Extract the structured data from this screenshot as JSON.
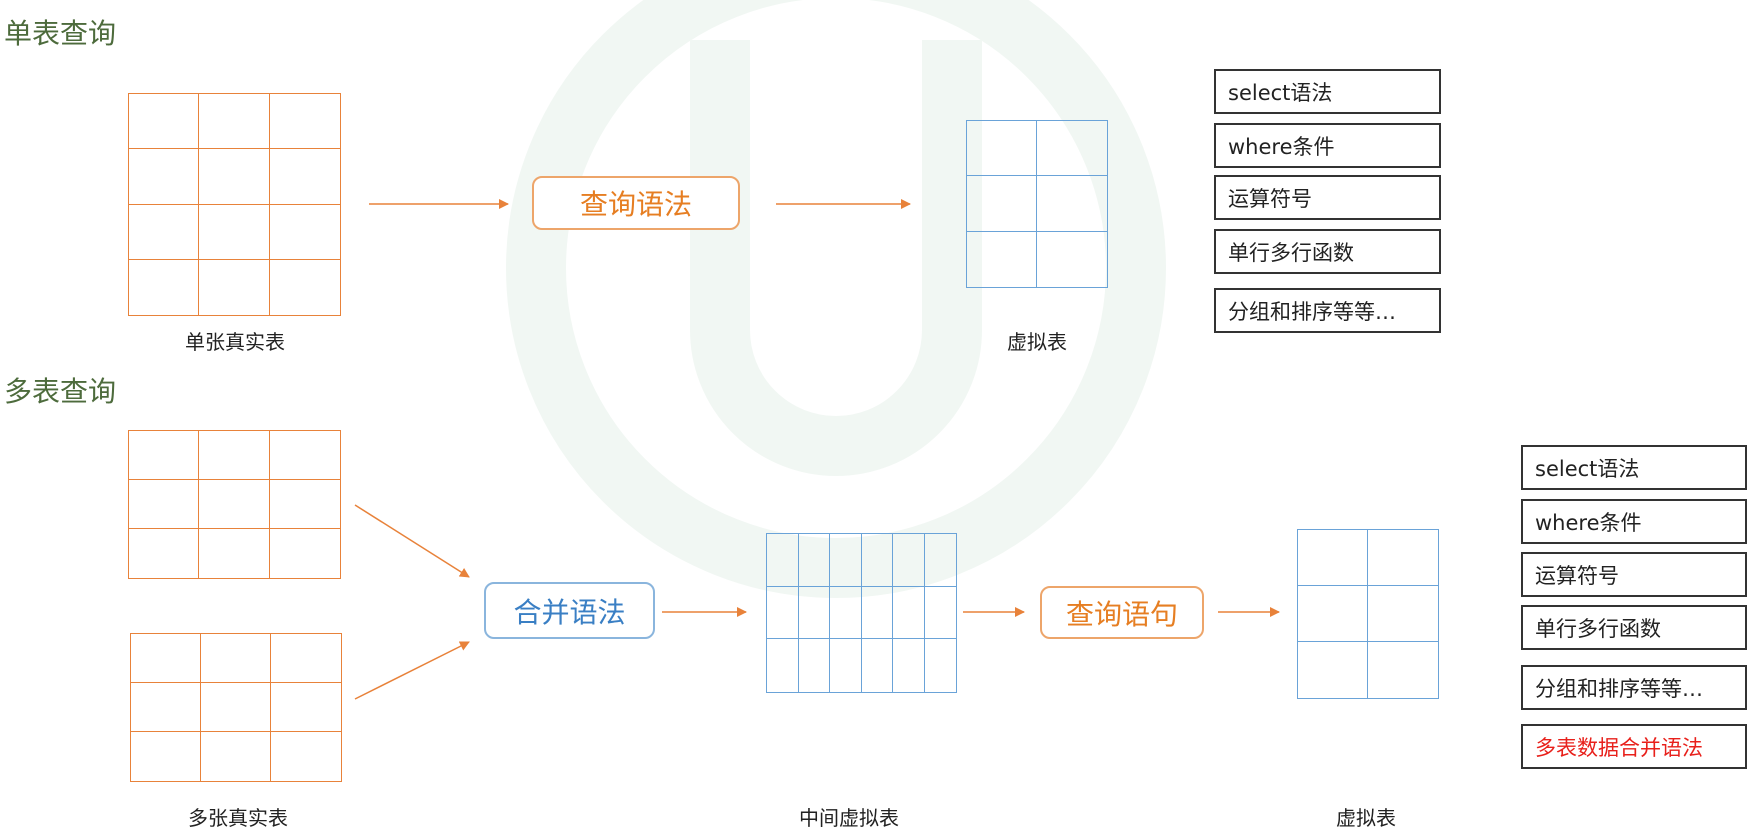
{
  "single": {
    "title": "单表查询",
    "real_table_label": "单张真实表",
    "syntax_box": "查询语法",
    "virtual_table_label": "虚拟表",
    "features": [
      "select语法",
      "where条件",
      "运算符号",
      "单行多行函数",
      "分组和排序等等…"
    ]
  },
  "multi": {
    "title": "多表查询",
    "real_table_label": "多张真实表",
    "merge_box": "合并语法",
    "middle_table_label": "中间虚拟表",
    "query_box": "查询语句",
    "virtual_table_label": "虚拟表",
    "features": [
      "select语法",
      "where条件",
      "运算符号",
      "单行多行函数",
      "分组和排序等等…"
    ],
    "highlight_feature": "多表数据合并语法"
  },
  "colors": {
    "orange": "#e8823a",
    "blue": "#6aa3d8",
    "highlight": "#e8201b",
    "title": "#4d6b3c"
  }
}
